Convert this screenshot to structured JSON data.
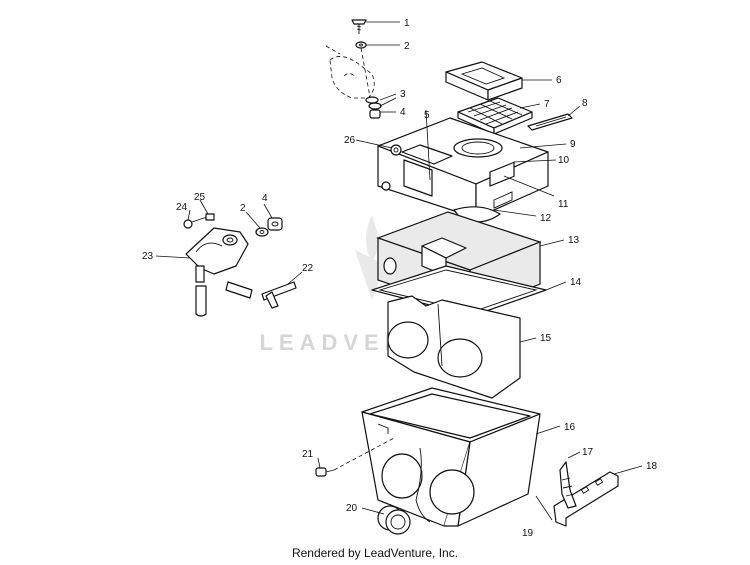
{
  "diagram": {
    "callouts": [
      "1",
      "2",
      "3",
      "4",
      "5",
      "6",
      "7",
      "8",
      "9",
      "10",
      "11",
      "12",
      "13",
      "14",
      "15",
      "16",
      "17",
      "18",
      "19",
      "20",
      "21",
      "22",
      "23",
      "24",
      "25",
      "26"
    ],
    "left_group_callouts": {
      "c24": "24",
      "c25": "25",
      "c2": "2",
      "c4": "4",
      "c23": "23",
      "c22": "22"
    }
  },
  "watermark": {
    "text": "LEADVENTURE"
  },
  "footer": {
    "text": "Rendered by LeadVenture, Inc."
  }
}
